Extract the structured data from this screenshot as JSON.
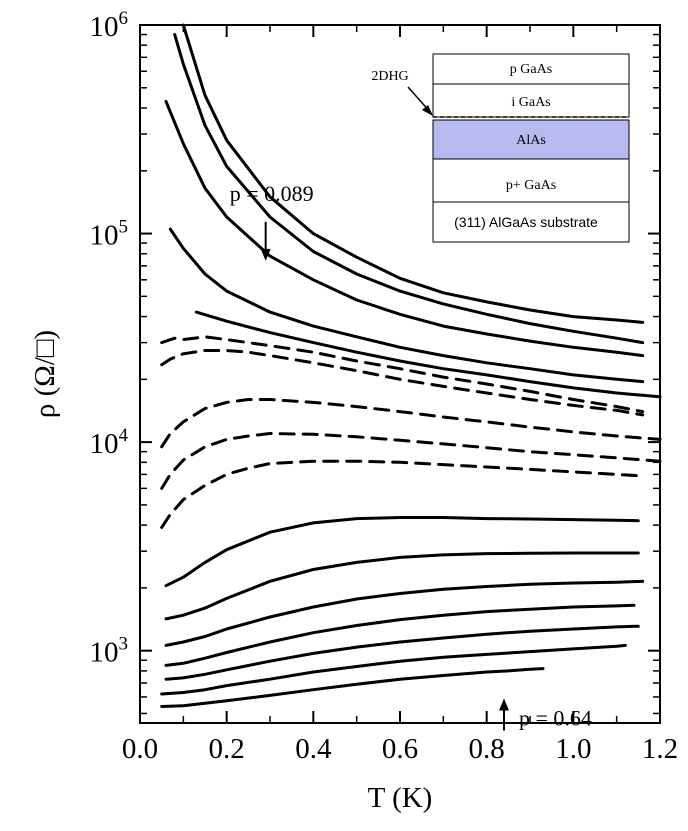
{
  "chart_data": {
    "type": "line",
    "title": "",
    "xlabel": "T (K)",
    "ylabel": "ρ (Ω/□)",
    "x_scale": "linear",
    "y_scale": "log",
    "xlim": [
      0.0,
      1.2
    ],
    "ylim": [
      450,
      1000000
    ],
    "x_ticks": [
      0.0,
      0.2,
      0.4,
      0.6,
      0.8,
      1.0,
      1.2
    ],
    "x_tick_labels": [
      "0.0",
      "0.2",
      "0.4",
      "0.6",
      "0.8",
      "1.0",
      "1.2"
    ],
    "y_major_ticks": [
      1000,
      10000,
      100000,
      1000000
    ],
    "y_tick_labels": [
      {
        "base": "10",
        "exp": "3"
      },
      {
        "base": "10",
        "exp": "4"
      },
      {
        "base": "10",
        "exp": "5"
      },
      {
        "base": "10",
        "exp": "6"
      }
    ],
    "grid": false,
    "series": [
      {
        "style": "solid",
        "x": [
          0.1,
          0.15,
          0.2,
          0.3,
          0.4,
          0.5,
          0.6,
          0.7,
          0.8,
          0.9,
          1.0,
          1.1,
          1.16
        ],
        "y": [
          1000000,
          460000,
          280000,
          150000,
          100000,
          77000,
          61000,
          52000,
          47000,
          43000,
          40000,
          38500,
          37500
        ]
      },
      {
        "style": "solid",
        "x": [
          0.08,
          0.1,
          0.15,
          0.2,
          0.3,
          0.4,
          0.5,
          0.6,
          0.7,
          0.8,
          0.9,
          1.0,
          1.1,
          1.16
        ],
        "y": [
          900000,
          650000,
          330000,
          210000,
          120000,
          82000,
          64000,
          53000,
          46000,
          41000,
          37000,
          34000,
          31500,
          30000
        ]
      },
      {
        "style": "solid",
        "x": [
          0.06,
          0.1,
          0.15,
          0.2,
          0.3,
          0.4,
          0.5,
          0.6,
          0.7,
          0.8,
          0.9,
          1.0,
          1.1,
          1.16
        ],
        "y": [
          430000,
          270000,
          165000,
          120000,
          78000,
          60000,
          48000,
          41000,
          36000,
          33000,
          30500,
          28500,
          27000,
          26000
        ]
      },
      {
        "style": "solid",
        "x": [
          0.07,
          0.1,
          0.15,
          0.2,
          0.3,
          0.4,
          0.5,
          0.6,
          0.7,
          0.8,
          0.9,
          1.0,
          1.1,
          1.16
        ],
        "y": [
          105000,
          85000,
          64000,
          53000,
          42000,
          36000,
          32000,
          28500,
          26000,
          24000,
          22500,
          21000,
          20000,
          19500
        ]
      },
      {
        "style": "solid",
        "x": [
          0.13,
          0.2,
          0.3,
          0.4,
          0.5,
          0.6,
          0.7,
          0.8,
          0.9,
          1.0,
          1.1,
          1.2
        ],
        "y": [
          42000,
          38000,
          33500,
          30000,
          27000,
          24500,
          22500,
          21000,
          19500,
          18200,
          17200,
          16500
        ]
      },
      {
        "style": "dashed",
        "x": [
          0.05,
          0.08,
          0.1,
          0.15,
          0.2,
          0.3,
          0.4,
          0.5,
          0.6,
          0.7,
          0.8,
          0.9,
          1.0,
          1.1,
          1.16
        ],
        "y": [
          30000,
          31500,
          31000,
          32000,
          31000,
          29000,
          27000,
          24500,
          22500,
          20500,
          19000,
          17500,
          16000,
          14800,
          14000
        ]
      },
      {
        "style": "dashed",
        "x": [
          0.05,
          0.07,
          0.1,
          0.15,
          0.2,
          0.25,
          0.3,
          0.4,
          0.5,
          0.6,
          0.7,
          0.8,
          0.9,
          1.0,
          1.1,
          1.16
        ],
        "y": [
          23500,
          25000,
          26500,
          27500,
          27500,
          27000,
          26000,
          24000,
          22000,
          20000,
          18500,
          17200,
          16000,
          15000,
          14200,
          13500
        ]
      },
      {
        "style": "dashed",
        "x": [
          0.05,
          0.07,
          0.1,
          0.15,
          0.2,
          0.25,
          0.3,
          0.4,
          0.5,
          0.6,
          0.7,
          0.8,
          0.9,
          1.0,
          1.1,
          1.2
        ],
        "y": [
          9500,
          11000,
          12500,
          14500,
          15500,
          16000,
          16000,
          15500,
          14800,
          14000,
          13200,
          12500,
          11800,
          11200,
          10700,
          10300
        ]
      },
      {
        "style": "dashed",
        "x": [
          0.05,
          0.07,
          0.1,
          0.15,
          0.2,
          0.25,
          0.3,
          0.4,
          0.5,
          0.6,
          0.7,
          0.8,
          0.9,
          1.0,
          1.1,
          1.2
        ],
        "y": [
          6000,
          7000,
          8200,
          9500,
          10300,
          10700,
          11000,
          10900,
          10600,
          10200,
          9800,
          9400,
          9000,
          8700,
          8400,
          8100
        ]
      },
      {
        "style": "dashed",
        "x": [
          0.05,
          0.07,
          0.1,
          0.15,
          0.2,
          0.25,
          0.3,
          0.4,
          0.5,
          0.6,
          0.7,
          0.8,
          0.9,
          1.0,
          1.1,
          1.15
        ],
        "y": [
          3900,
          4500,
          5300,
          6200,
          7000,
          7500,
          7900,
          8100,
          8100,
          8000,
          7800,
          7600,
          7400,
          7200,
          7000,
          6900
        ]
      },
      {
        "style": "solid",
        "x": [
          0.06,
          0.1,
          0.15,
          0.2,
          0.3,
          0.4,
          0.5,
          0.6,
          0.7,
          0.8,
          0.9,
          1.0,
          1.1,
          1.15
        ],
        "y": [
          2050,
          2250,
          2650,
          3050,
          3700,
          4100,
          4300,
          4350,
          4350,
          4300,
          4280,
          4250,
          4220,
          4200
        ]
      },
      {
        "style": "solid",
        "x": [
          0.06,
          0.1,
          0.15,
          0.2,
          0.3,
          0.4,
          0.5,
          0.6,
          0.7,
          0.8,
          0.9,
          1.0,
          1.1,
          1.15
        ],
        "y": [
          1420,
          1480,
          1600,
          1780,
          2150,
          2450,
          2650,
          2800,
          2880,
          2920,
          2930,
          2940,
          2940,
          2940
        ]
      },
      {
        "style": "solid",
        "x": [
          0.06,
          0.1,
          0.15,
          0.2,
          0.3,
          0.4,
          0.5,
          0.6,
          0.7,
          0.8,
          0.9,
          1.0,
          1.1,
          1.16
        ],
        "y": [
          1060,
          1100,
          1170,
          1270,
          1450,
          1620,
          1770,
          1880,
          1970,
          2030,
          2080,
          2110,
          2130,
          2150
        ]
      },
      {
        "style": "solid",
        "x": [
          0.06,
          0.1,
          0.15,
          0.2,
          0.3,
          0.4,
          0.5,
          0.6,
          0.7,
          0.8,
          0.9,
          1.0,
          1.1,
          1.14
        ],
        "y": [
          850,
          870,
          920,
          980,
          1100,
          1220,
          1320,
          1410,
          1480,
          1540,
          1580,
          1620,
          1640,
          1650
        ]
      },
      {
        "style": "solid",
        "x": [
          0.06,
          0.1,
          0.15,
          0.2,
          0.3,
          0.4,
          0.5,
          0.6,
          0.7,
          0.8,
          0.9,
          1.0,
          1.1,
          1.15
        ],
        "y": [
          730,
          740,
          770,
          810,
          890,
          970,
          1040,
          1100,
          1150,
          1200,
          1240,
          1270,
          1300,
          1310
        ]
      },
      {
        "style": "solid",
        "x": [
          0.05,
          0.1,
          0.15,
          0.2,
          0.3,
          0.4,
          0.5,
          0.6,
          0.7,
          0.8,
          0.9,
          1.0,
          1.1,
          1.12
        ],
        "y": [
          620,
          630,
          650,
          680,
          730,
          790,
          840,
          890,
          930,
          960,
          990,
          1020,
          1050,
          1060
        ]
      },
      {
        "style": "solid",
        "x": [
          0.05,
          0.1,
          0.15,
          0.2,
          0.3,
          0.4,
          0.5,
          0.6,
          0.7,
          0.8,
          0.85,
          0.9,
          0.93
        ],
        "y": [
          540,
          545,
          560,
          575,
          610,
          650,
          690,
          730,
          760,
          790,
          800,
          815,
          820
        ]
      }
    ],
    "annotations": [
      {
        "text": "p = 0.089",
        "arrow": "down",
        "x": 0.29,
        "y": 74000
      },
      {
        "text": "p = 0.64",
        "arrow": "up",
        "x": 0.84,
        "y": 590
      }
    ],
    "inset": {
      "layers": [
        {
          "label": "p GaAs",
          "color": "#ffffff"
        },
        {
          "label": "i GaAs",
          "color": "#ffffff"
        },
        {
          "label": "AlAs",
          "color": "#b9b9f2"
        },
        {
          "label": "p+ GaAs",
          "color": "#ffffff"
        },
        {
          "label": "(311) AlGaAs substrate",
          "color": "#ffffff"
        }
      ],
      "interface_label": "2DHG"
    }
  }
}
